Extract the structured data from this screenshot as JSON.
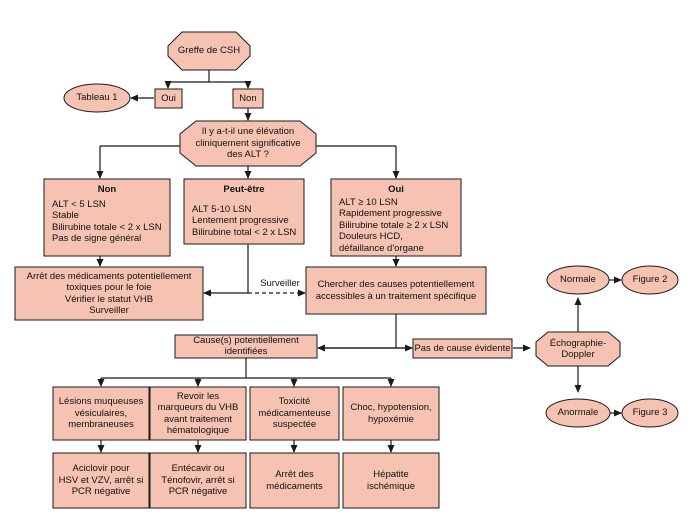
{
  "nodes": {
    "greffe": "Greffe de CSH",
    "tableau1": "Tableau 1",
    "oui_top": "Oui",
    "non_top": "Non",
    "question": [
      "Il y a-t-il une élévation",
      "cliniquement significative",
      "des ALT ?"
    ],
    "col_non": {
      "heading": "Non",
      "lines": [
        "ALT < 5 LSN",
        "Stable",
        "Bilirubine totale < 2 x LSN",
        "Pas de signe général"
      ]
    },
    "col_peutetre": {
      "heading": "Peut-être",
      "lines": [
        "ALT 5-10 LSN",
        "Lentement progressive",
        "Bilirubine total < 2 x LSN"
      ]
    },
    "col_oui": {
      "heading": "Oui",
      "lines": [
        "ALT ≥ 10 LSN",
        "Rapidement progressive",
        "Bilirubine totale ≥ 2 x LSN",
        "Douleurs HCD,",
        "défaillance d'organe"
      ]
    },
    "arret": [
      "Arrêt des médicaments potentiellement",
      "toxiques pour le foie",
      "Vérifier le statut VHB",
      "Surveiller"
    ],
    "surveiller": "Surveiller",
    "chercher": [
      "Chercher des causes potentiellement",
      "accessibles à un traitement spécifique"
    ],
    "causes": [
      "Cause(s) potentiellement",
      "identifiées"
    ],
    "pas_cause": "Pas de cause évidente",
    "echo": [
      "Échographie-",
      "Doppler"
    ],
    "normale": "Normale",
    "figure2": "Figure 2",
    "anormale": "Anormale",
    "figure3": "Figure 3",
    "lesions": [
      "Lésions muqueuses",
      "vésiculaires,",
      "membraneuses"
    ],
    "revoir": [
      "Revoir les",
      "marqueurs du VHB",
      "avant traitement",
      "hématologique"
    ],
    "toxicite": [
      "Toxicité",
      "médicamenteuse",
      "suspectée"
    ],
    "choc": [
      "Choc, hypotension,",
      "hypoxémie"
    ],
    "aciclovir": [
      "Aciclovir pour",
      "HSV et VZV, arrêt si",
      "PCR négative"
    ],
    "entecavir": [
      "Entécavir ou",
      "Ténofovir, arrêt si",
      "PCR négative"
    ],
    "arret_med": [
      "Arrêt des",
      "médicaments"
    ],
    "hepatite": [
      "Hépatite",
      "ischémique"
    ]
  }
}
